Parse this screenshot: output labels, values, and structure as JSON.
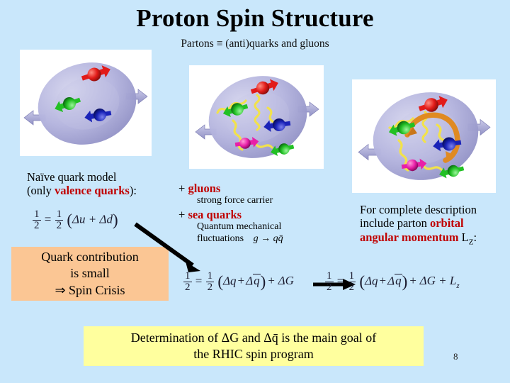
{
  "slide": {
    "title": "Proton Spin Structure",
    "subtitle": "Partons  ≡ (anti)quarks and gluons",
    "page_number": "8",
    "background_color": "#c9e7fb"
  },
  "left_column": {
    "line1": "Naïve quark model",
    "line2_prefix": "(only ",
    "line2_highlight": "valence quarks",
    "line2_suffix": "):",
    "formula": {
      "lhs_num": "1",
      "lhs_den": "2",
      "eq": "=",
      "rhs_num": "1",
      "rhs_den": "2",
      "open": "(",
      "body": "Δu + Δd",
      "close": ")"
    }
  },
  "orange_box": {
    "line1": "Quark contribution",
    "line2": "is small",
    "line3": "⇒ Spin Crisis",
    "color": "#fbc694"
  },
  "middle_column": {
    "item1_plus": "+ ",
    "item1_label": "gluons",
    "item1_desc": "strong force carrier",
    "item2_plus": "+ ",
    "item2_label": "sea quarks",
    "item2_desc_line1": "Quantum mechanical",
    "item2_desc_line2": "fluctuations",
    "item2_reaction": "g → qq̄",
    "formula": {
      "lhs_num": "1",
      "lhs_den": "2",
      "eq": "=",
      "rhs_num": "1",
      "rhs_den": "2",
      "open": "(",
      "q": "Δq",
      "plus": "+",
      "qbar_delta": "Δ",
      "qbar": "q",
      "close": ")",
      "tail": "+ ΔG"
    }
  },
  "right_column": {
    "line1": "For complete description",
    "line2_prefix": "include parton ",
    "line2_highlight": "orbital",
    "line3_highlight": "angular momentum",
    "line3_suffix": " L",
    "line3_sub": "Z",
    "line3_colon": ":",
    "formula": {
      "lhs_num": "1",
      "lhs_den": "2",
      "eq": "=",
      "rhs_num": "1",
      "rhs_den": "2",
      "open": "(",
      "q": "Δq",
      "plus": "+",
      "qbar_delta": "Δ",
      "qbar": "q",
      "close": ")",
      "tail": "+ ΔG + L",
      "tail_sub": "z"
    }
  },
  "yellow_box": {
    "line1": "Determination of ΔG and Δq̄ is the main goal of",
    "line2": "the RHIC spin program",
    "color": "#ffff9e"
  },
  "figures": {
    "fig1_caption": "valence-quark-proton",
    "fig2_caption": "proton-with-gluons-and-sea-quarks",
    "fig3_caption": "proton-with-orbital-angular-momentum"
  },
  "colors": {
    "highlight_red": "#c00000",
    "quark_red": "#e21b19",
    "quark_green": "#22c024",
    "quark_blue": "#1a23b8",
    "quark_magenta": "#e81fa8",
    "gluon_yellow": "#f2e24a",
    "orbital_orange": "#e08a22",
    "proton_body": "#b0b0dd"
  }
}
